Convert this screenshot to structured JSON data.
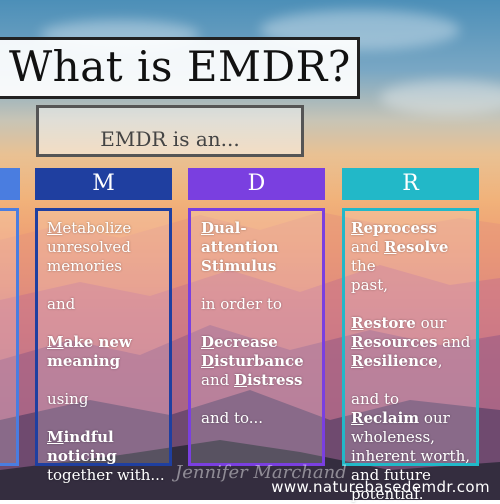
{
  "title": "What is EMDR?",
  "subtitle": "EMDR is an...",
  "colors": {
    "m": "#1f3fa0",
    "d": "#7a3fe0",
    "r": "#22b8c8",
    "left": "#4a7de0"
  },
  "columns": {
    "m": {
      "header": "M",
      "lines": [
        {
          "first": "M",
          "rest": "etabolize",
          "bold": false
        },
        {
          "text": "unresolved"
        },
        {
          "text": "memories"
        },
        {
          "gap": true
        },
        {
          "text": "and"
        },
        {
          "gap": true
        },
        {
          "first": "M",
          "rest": "ake new",
          "bold": true
        },
        {
          "bold_text": "meaning"
        },
        {
          "gap": true
        },
        {
          "text": "using"
        },
        {
          "gap": true
        },
        {
          "first": "M",
          "rest": "indful",
          "bold": true
        },
        {
          "bold_text": "noticing"
        },
        {
          "text": "together with..."
        }
      ]
    },
    "d": {
      "header": "D",
      "lines": [
        {
          "first": "D",
          "rest": "ual-",
          "bold": true
        },
        {
          "bold_text": "attention"
        },
        {
          "bold_text": "Stimulus"
        },
        {
          "gap": true
        },
        {
          "text": "in order to"
        },
        {
          "gap": true
        },
        {
          "first": "D",
          "rest": "ecrease",
          "bold": true
        },
        {
          "first": "D",
          "rest": "isturbance",
          "bold": true
        },
        {
          "and_first": "D",
          "and_rest": "istress"
        },
        {
          "gap": true
        },
        {
          "text": "and to..."
        }
      ]
    },
    "r": {
      "header": "R",
      "lines": [
        {
          "first": "R",
          "rest": "eprocess",
          "bold": true
        },
        {
          "mixed": [
            "and ",
            "R",
            "esolve",
            " the"
          ]
        },
        {
          "text": "past,"
        },
        {
          "gap": true
        },
        {
          "mixed": [
            "",
            "R",
            "estore",
            " our"
          ]
        },
        {
          "mixed": [
            "",
            "R",
            "esources",
            " and"
          ]
        },
        {
          "mixed": [
            "",
            "R",
            "esilience",
            ","
          ]
        },
        {
          "gap": true
        },
        {
          "text": "and to"
        },
        {
          "mixed": [
            "",
            "R",
            "eclaim",
            " our"
          ]
        },
        {
          "text": "wholeness,"
        },
        {
          "text": "inherent worth,"
        },
        {
          "text": "and future"
        },
        {
          "text": "potential."
        }
      ]
    }
  },
  "signature": "Jennifer Marchand",
  "url": "www.naturebasedemdr.com"
}
